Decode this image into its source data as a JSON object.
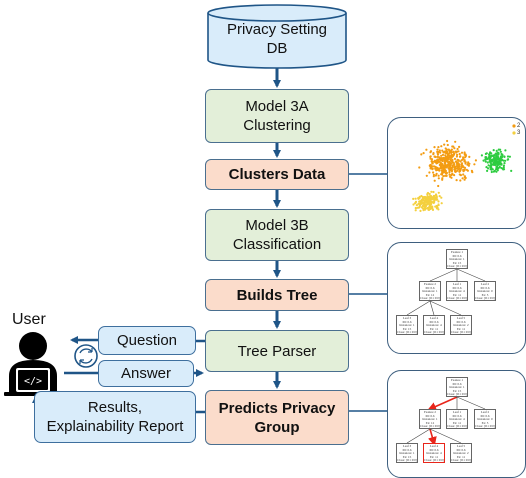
{
  "nodes": {
    "db": "Privacy Setting\nDB",
    "clustering": "Model 3A\nClustering",
    "clusters_data": "Clusters Data",
    "classification": "Model 3B\nClassification",
    "builds_tree": "Builds Tree",
    "tree_parser": "Tree Parser",
    "predicts": "Predicts Privacy\nGroup",
    "question": "Question",
    "answer": "Answer",
    "results": "Results,\nExplainability Report"
  },
  "user_label": "User",
  "colors": {
    "arrow": "#1f5587",
    "model_fill": "#e3efd9",
    "data_fill": "#fbdccb",
    "io_fill": "#d9ecfa",
    "highlight": "#e8251a",
    "cluster_orange": "#f39c12",
    "cluster_yellow": "#f4d03f",
    "cluster_green": "#2ecc40"
  },
  "scatter_legend": [
    "2",
    "3"
  ],
  "tree1": {
    "root": [
      "Feature 1",
      "ID: 0.6",
      "Instances: 1",
      "Ex: 15",
      "Class: [0:1 0:0]"
    ],
    "level1": [
      [
        "Feature 2",
        "ID: 0.6",
        "Instances: 1",
        "Ex: 12",
        "Class: [0:1 0:0]"
      ],
      [
        "Leaf 1",
        "ID: 0.6",
        "Instances: 4",
        "Ex: 11",
        "Class: [0:1 0:0]"
      ],
      [
        "Leaf 2",
        "ID: 0.6",
        "Instances: 0",
        "Ex: 5",
        "Class: [0:1 0:0]"
      ]
    ],
    "level2": [
      [
        "Leaf 3",
        "ID: 0.6",
        "Instances: 1",
        "Ex: 15",
        "Class: [0:1 0:0]"
      ],
      [
        "Leaf 4",
        "ID: 0.6",
        "Instances: 4",
        "Ex: 11",
        "Class: [0:1 0:0]"
      ],
      [
        "Leaf 5",
        "ID: 0.6",
        "Instances: 2",
        "Ex: 11",
        "Class: [0:1 0:0]"
      ]
    ]
  },
  "tree2": {
    "root": [
      "Feature 1",
      "ID: 0.6",
      "Instances: 1",
      "Ex: 15",
      "Class: [0:1 0:0]"
    ],
    "level1": [
      [
        "Feature 2",
        "ID: 0.6",
        "Instances: 1",
        "Ex: 12",
        "Class: [0:1 0:0]"
      ],
      [
        "Leaf 1",
        "ID: 0.6",
        "Instances: 4",
        "Ex: 11",
        "Class: [0:1 0:0]"
      ],
      [
        "Leaf 2",
        "ID: 0.6",
        "Instances: 0",
        "Ex: 5",
        "Class: [0:1 0:0]"
      ]
    ],
    "level2": [
      [
        "Leaf 3",
        "ID: 0.6",
        "Instances: 1",
        "Ex: 15",
        "Class: [0:1 0:0]"
      ],
      [
        "Leaf 4",
        "ID: 0.6",
        "Instances: 4",
        "Ex: 11",
        "Class: [0:1 0:0]"
      ],
      [
        "Leaf 5",
        "ID: 0.6",
        "Instances: 2",
        "Ex: 11",
        "Class: [0:1 0:0]"
      ]
    ]
  }
}
